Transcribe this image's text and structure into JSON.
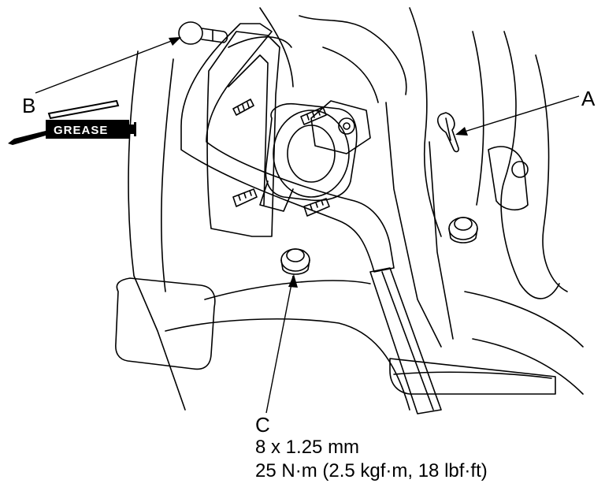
{
  "labels": {
    "a": "A",
    "b": "B",
    "c": "C"
  },
  "grease_tag": "GREASE",
  "spec": {
    "size": "8 x 1.25 mm",
    "torque": "25 N·m (2.5 kgf·m, 18 lbf·ft)"
  },
  "colors": {
    "ink": "#000000",
    "paper": "#ffffff"
  }
}
